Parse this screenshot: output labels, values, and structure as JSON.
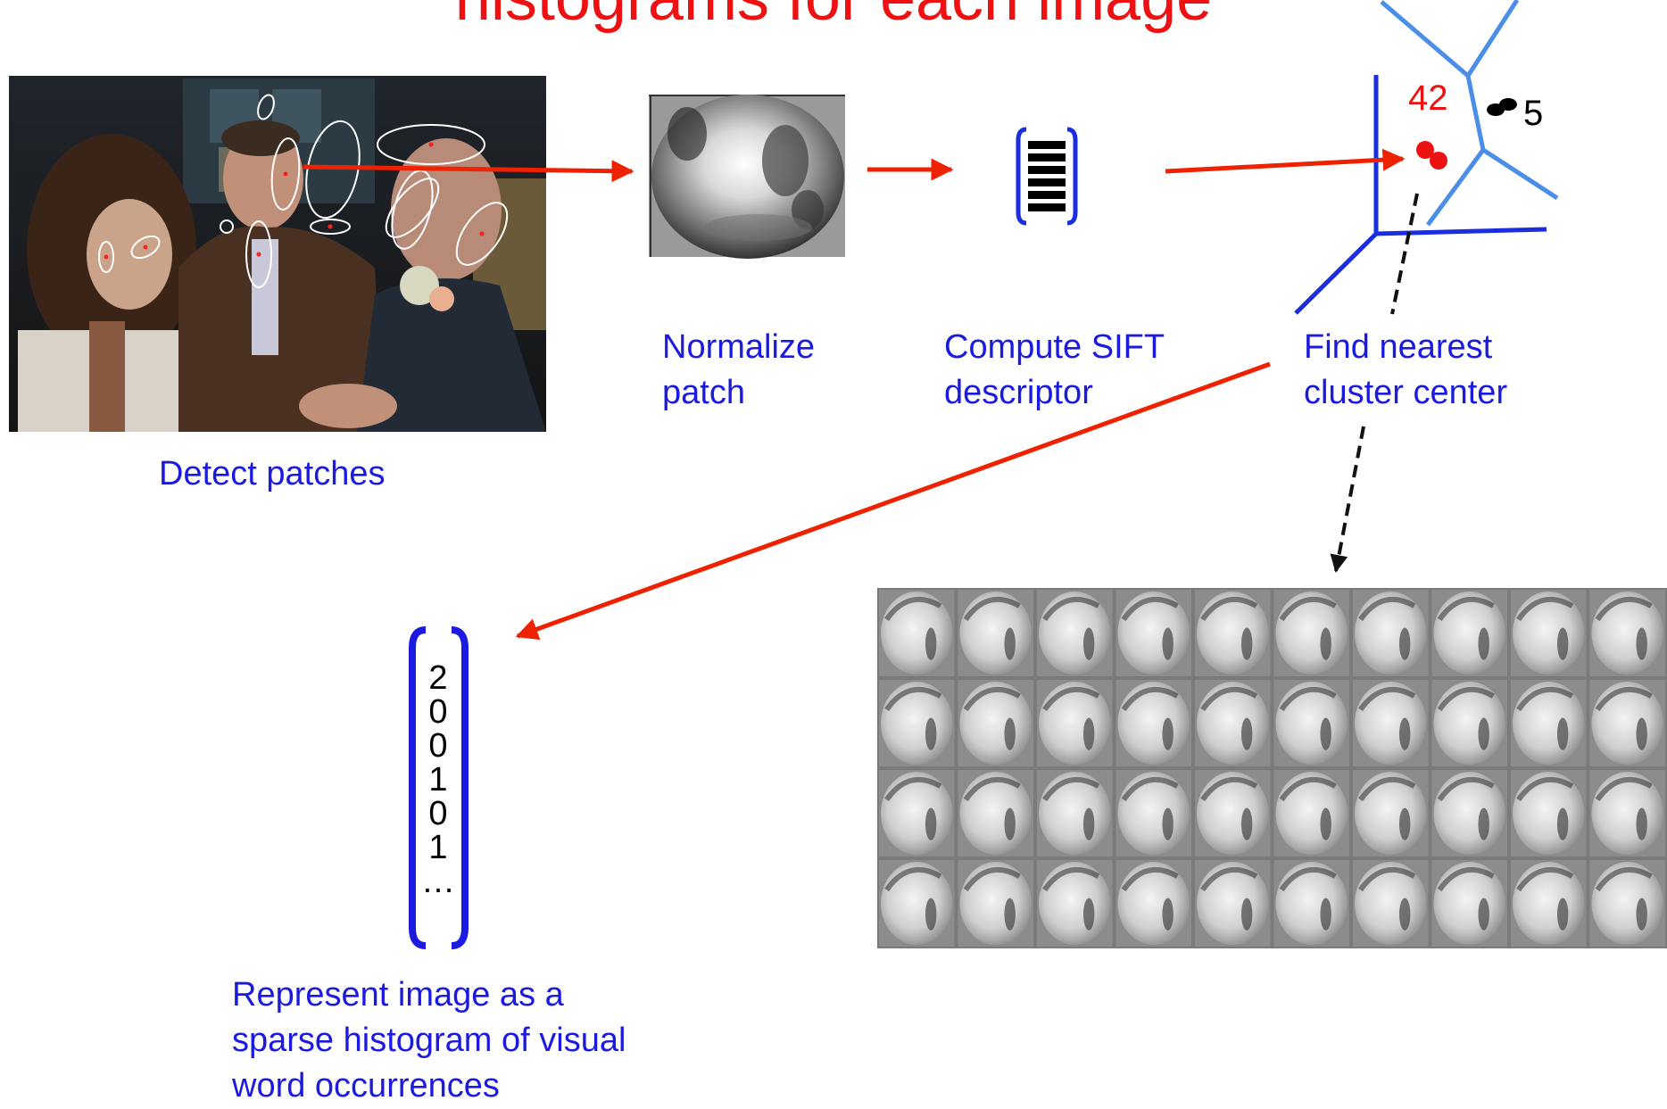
{
  "title": "histograms for each image",
  "steps": {
    "detect": {
      "caption": "Detect patches"
    },
    "normalize": {
      "caption_lines": [
        "Normalize",
        "patch"
      ]
    },
    "sift": {
      "caption_lines": [
        "Compute SIFT",
        "descriptor"
      ]
    },
    "nearest": {
      "caption_lines": [
        "Find nearest",
        "cluster center"
      ]
    },
    "represent": {
      "caption_lines": [
        "Represent image as a",
        "sparse histogram of visual",
        "word occurrences"
      ]
    }
  },
  "cluster_labels": {
    "assigned": "42",
    "other": "5"
  },
  "histogram_vector": [
    "2",
    "0",
    "0",
    "1",
    "0",
    "1",
    "…"
  ],
  "visual_word_grid": {
    "rows": 4,
    "columns": 10
  },
  "colors": {
    "title": "#ee1111",
    "caption": "#1a1ae0",
    "arrow": "#ee2200",
    "cluster_lines": "#4a8ee8",
    "axes": "#1a2ee0"
  }
}
